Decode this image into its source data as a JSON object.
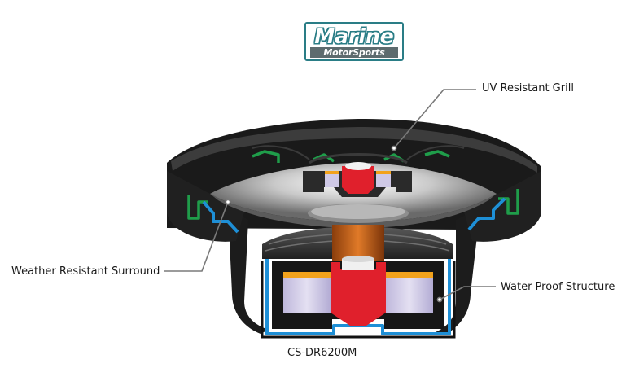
{
  "logo": {
    "brand_top": "Marine",
    "brand_bottom": "MotorSports",
    "accent_color": "#2a7d86",
    "band_color": "#5d6b6e"
  },
  "callouts": {
    "uv_grill": "UV Resistant Grill",
    "surround": "Weather Resistant Surround",
    "water_proof": "Water Proof Structure"
  },
  "model": "CS-DR6200M",
  "colors": {
    "red": "#e0202c",
    "blue": "#1e8fd6",
    "green": "#1f9d4a",
    "orange": "#f2a21c",
    "lavender": "#cfc9e6",
    "copper": "#c8661e"
  }
}
